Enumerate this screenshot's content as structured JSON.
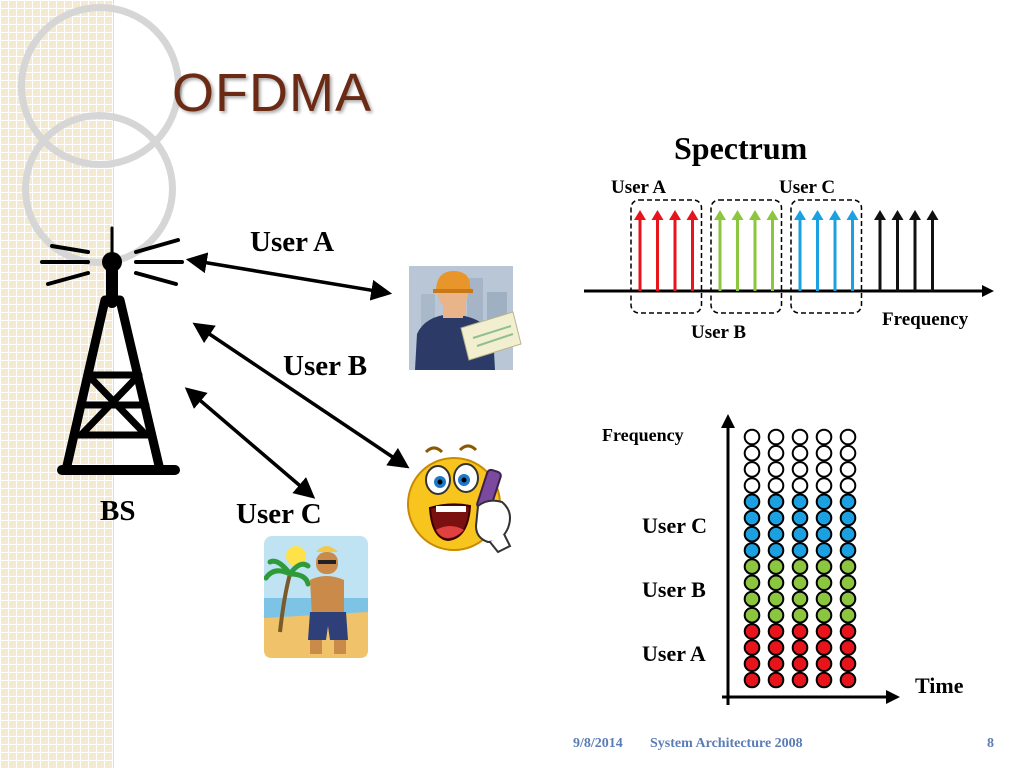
{
  "slide": {
    "title": "OFDMA",
    "footer": {
      "date": "9/8/2014",
      "text": "System Architecture 2008",
      "page": "8"
    }
  },
  "diagram": {
    "base_station": {
      "label": "BS",
      "icon": "radio-tower-icon"
    },
    "links": [
      {
        "label": "User A",
        "icon": "worker-on-phone-icon"
      },
      {
        "label": "User B",
        "icon": "shouting-smiley-phone-icon"
      },
      {
        "label": "User C",
        "icon": "beach-man-icon"
      }
    ]
  },
  "spectrum": {
    "title": "Spectrum",
    "axis_label": "Frequency",
    "user_labels": [
      "User A",
      "User B",
      "User C"
    ],
    "groups": [
      {
        "user": "User A",
        "color": "#e8141c",
        "arrows": 4,
        "boxed": true
      },
      {
        "user": "User B",
        "color": "#8cc63f",
        "arrows": 4,
        "boxed": true
      },
      {
        "user": "User C",
        "color": "#1ba1e2",
        "arrows": 4,
        "boxed": true
      },
      {
        "user": "",
        "color": "#111111",
        "arrows": 4,
        "boxed": false
      }
    ]
  },
  "grid": {
    "y_label": "Frequency",
    "x_label": "Time",
    "columns": 5,
    "rows": [
      {
        "user": "User A",
        "color": "#e8141c",
        "count": 4
      },
      {
        "user": "User B",
        "color": "#8cc63f",
        "count": 4
      },
      {
        "user": "User C",
        "color": "#1ba1e2",
        "count": 4
      },
      {
        "user": "",
        "color": "#ffffff",
        "count": 4
      }
    ]
  }
}
